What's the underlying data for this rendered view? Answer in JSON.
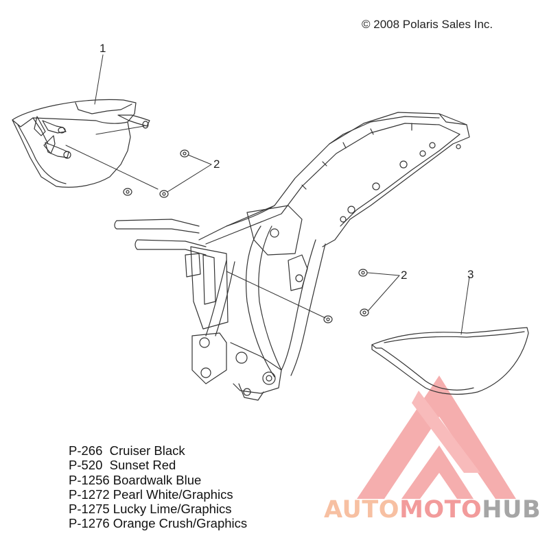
{
  "copyright": "© 2008 Polaris Sales Inc.",
  "callouts": [
    {
      "id": "1",
      "label": "1"
    },
    {
      "id": "2a",
      "label": "2"
    },
    {
      "id": "2b",
      "label": "2"
    },
    {
      "id": "3",
      "label": "3"
    }
  ],
  "color_codes": [
    {
      "code": "P-266",
      "name": "Cruiser Black"
    },
    {
      "code": "P-520",
      "name": "Sunset Red"
    },
    {
      "code": "P-1256",
      "name": "Boardwalk Blue"
    },
    {
      "code": "P-1272",
      "name": "Pearl White/Graphics"
    },
    {
      "code": "P-1275",
      "name": "Lucky Lime/Graphics"
    },
    {
      "code": "P-1276",
      "name": "Orange Crush/Graphics"
    }
  ],
  "color_lines": [
    "P-266  Cruiser Black",
    "P-520  Sunset Red",
    "P-1256 Boardwalk Blue",
    "P-1272 Pearl White/Graphics",
    "P-1275 Lucky Lime/Graphics",
    "P-1276 Orange Crush/Graphics"
  ],
  "watermark": {
    "part1": "AUTO",
    "part2": "MOTO",
    "part3": "HUB",
    "colors": {
      "part1": "#f7c0a2",
      "part2": "#f29b9b",
      "part3": "#a5a5a5",
      "logo": "#f08a8a"
    }
  },
  "line_color": "#333333"
}
